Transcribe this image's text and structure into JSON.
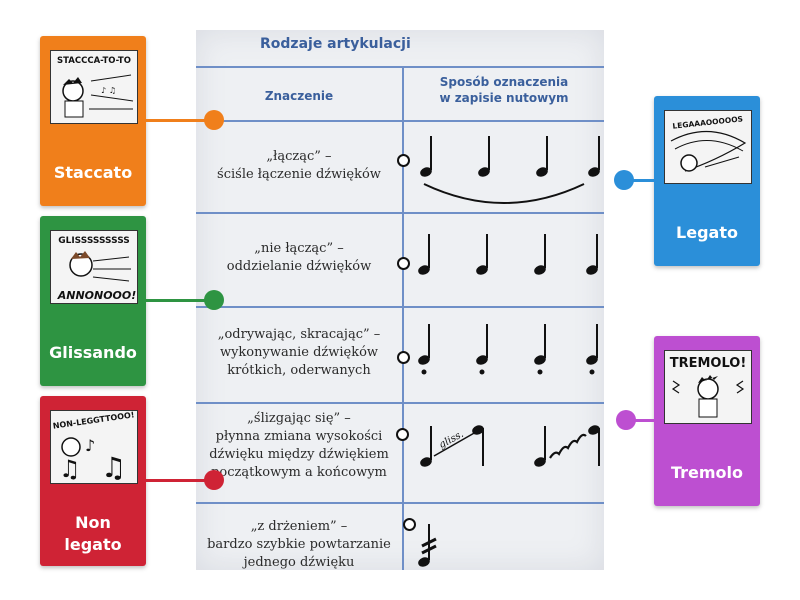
{
  "table": {
    "title": "Rodzaje artykulacji",
    "col1_header": "Znaczenie",
    "col2_header_line1": "Sposób oznaczenia",
    "col2_header_line2": "w zapisie nutowym",
    "rows": [
      {
        "lines": [
          "„łącząc” –",
          "ściśle łączenie dźwięków"
        ]
      },
      {
        "lines": [
          "„nie łącząc” –",
          "oddzielanie dźwięków"
        ]
      },
      {
        "lines": [
          "„odrywając, skracając” –",
          "wykonywanie dźwięków",
          "krótkich, oderwanych"
        ]
      },
      {
        "lines": [
          "„ślizgając się” –",
          "płynna zmiana wysokości",
          "dźwięku między dźwiękiem",
          "początkowym a końcowym"
        ],
        "gliss_text": "gliss."
      },
      {
        "lines": [
          "„z drżeniem” –",
          "bardzo szybkie powtarzanie",
          "jednego dźwięku"
        ]
      }
    ]
  },
  "tiles": {
    "staccato": {
      "label": "Staccato",
      "image_text": "STACCCA-TO-TO",
      "color": "#f07f1b"
    },
    "glissando": {
      "label": "Glissando",
      "image_text": "GLISSSSSSSSS",
      "image_text2": "ANNONOOO!",
      "color": "#2e9442"
    },
    "non_legato": {
      "label_line1": "Non",
      "label_line2": "legato",
      "image_text": "NON-LEGGTTOOO!",
      "color": "#cf2335"
    },
    "legato": {
      "label": "Legato",
      "image_text": "LEGAAAOOOOOS",
      "color": "#2b8fd9"
    },
    "tremolo": {
      "label": "Tremolo",
      "image_text": "TREMOLO!",
      "color": "#bd4fd1"
    }
  },
  "icons": [
    "music-note-icon",
    "drop-target-ring-icon",
    "connector-dot-icon"
  ]
}
